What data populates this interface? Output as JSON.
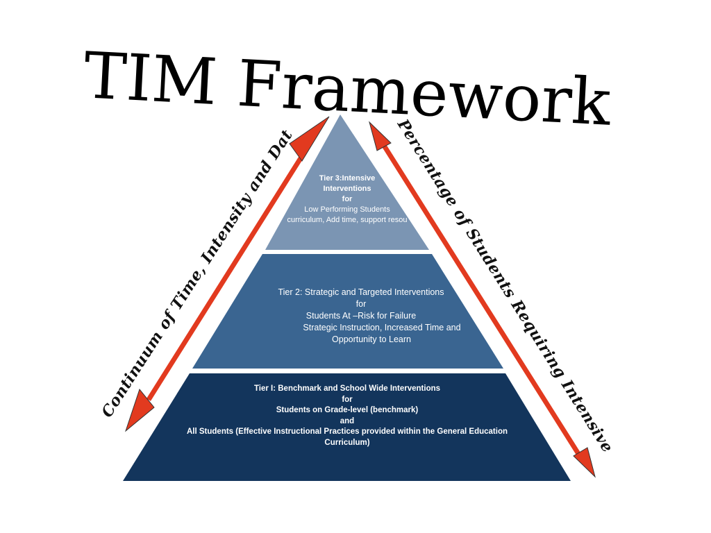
{
  "title": "TIM Framework",
  "left_arrow_label": "Continuum of Time, Intensity and Data Increases",
  "right_arrow_label": "Percentage of Students Requiring Intensive Supports Decreases",
  "colors": {
    "tier3": "#7b95b3",
    "tier2": "#3a6591",
    "tier1": "#13355c",
    "arrow": "#e23a1f",
    "arrow_outline": "#333333"
  },
  "tier3": {
    "line1": "Tier 3:Intensive",
    "line2": "Interventions",
    "line3": "for",
    "line4": "Low Performing Students",
    "line5": "curriculum, Add time, support resou"
  },
  "tier2": {
    "line1": "Tier 2: Strategic and Targeted Interventions",
    "line2": "for",
    "line3": "Students At –Risk for Failure",
    "line4": "Strategic Instruction, Increased Time and",
    "line5": "Opportunity to Learn"
  },
  "tier1": {
    "line1": "Tier I: Benchmark and School Wide Interventions",
    "line2": "for",
    "line3": "Students on Grade-level (benchmark)",
    "line4": "and",
    "line5": "All Students (Effective Instructional Practices provided within the General Education",
    "line6": "Curriculum)"
  }
}
